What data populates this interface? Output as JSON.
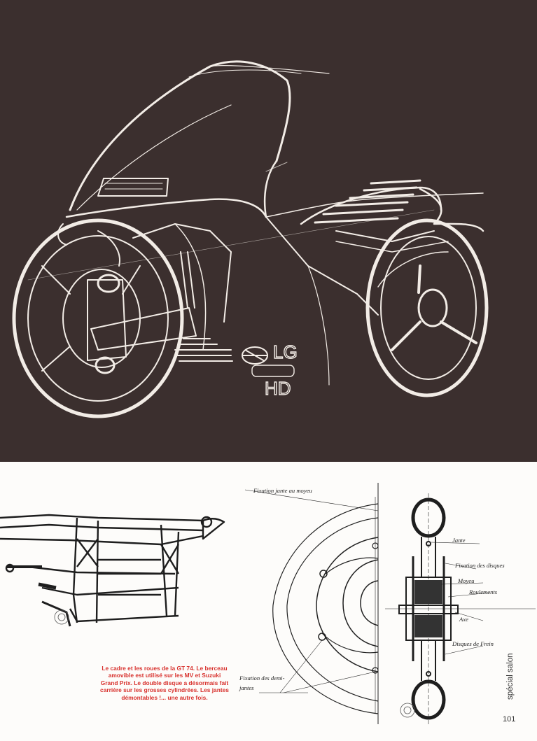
{
  "caption": {
    "lines": [
      "Le cadre et les roues de la GT 74. Le berceau",
      "amovible est utilisé sur les MV et Suzuki",
      "Grand Prix. Le double disque a désormais fait",
      "carrière sur les grosses cylindrées. Les jantes",
      "démontables !... une autre fois."
    ]
  },
  "labels": {
    "fixation_jante": "Fixation jante au moyeu",
    "fixation_demi_1": "Fixation des demi-",
    "fixation_demi_2": "jantes",
    "jante": "Jante",
    "fixation_disques": "Fixation des disques",
    "moyeu": "Moyeu",
    "roulements": "Roulements",
    "axe": "Axe",
    "disques_frein": "Disques de Frein"
  },
  "logo": {
    "line1": "LG",
    "line2": "HD"
  },
  "footer": {
    "section": "spécial salon",
    "page_number": "101"
  },
  "colors": {
    "sketch_bg": "#3b2f2e",
    "caption_red": "#d8322e"
  }
}
